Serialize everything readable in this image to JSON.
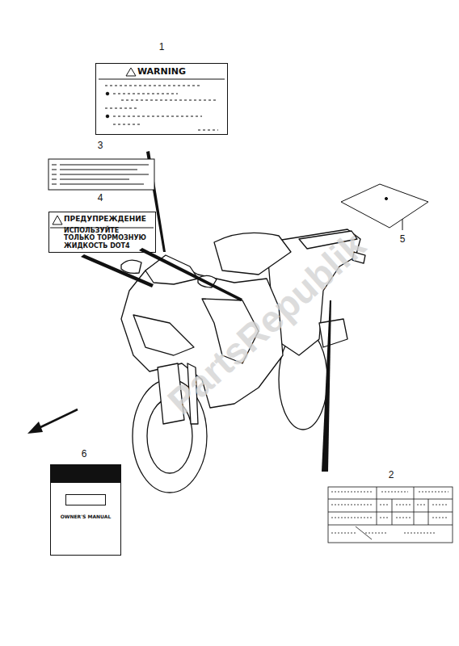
{
  "diagram": {
    "nodes": [
      {
        "text": [
          "WARNING"
        ]
      },
      {
        "text": [
          "ПРЕДУПРЕЖДЕНИЕ",
          "ИСПОЛЬЗУЙТЕ ТОЛЬКО ТОРМОЗНУЮ ЖИДКОСТЬ DOT4"
        ]
      },
      {
        "text": [
          "OWNER'S MANUAL"
        ]
      }
    ],
    "labels": [
      "1",
      "3",
      "4",
      "5",
      "6",
      "2",
      "PartsRepublik"
    ]
  }
}
